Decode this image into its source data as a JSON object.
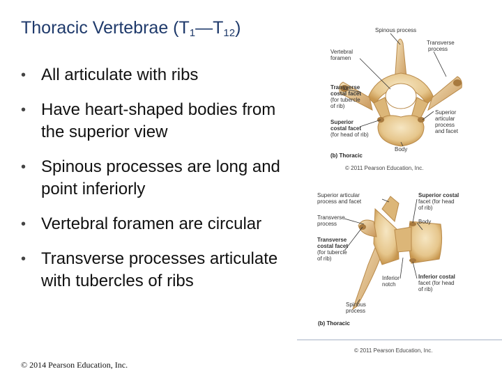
{
  "slide": {
    "title_main": "Thoracic Vertebrae (T",
    "title_sub1": "1",
    "title_dash": "—T",
    "title_sub2": "12",
    "title_close": ")",
    "bullets": [
      "All articulate with ribs",
      "Have heart-shaped bodies from the superior view",
      "Spinous processes are long and point inferiorly",
      "Vertebral foramen are circular",
      "Transverse processes articulate with tubercles of ribs"
    ],
    "footer_copyright": "© 2014 Pearson Education, Inc."
  },
  "figure_top": {
    "labels": {
      "spinous": "Spinous process",
      "transverse_1": "Transverse",
      "transverse_2": "process",
      "foramen_1": "Vertebral",
      "foramen_2": "foramen",
      "tcf_1": "Transverse",
      "tcf_2": "costal facet",
      "tcf_3": "(for tubercle",
      "tcf_4": "of rib)",
      "scf_1": "Superior",
      "scf_2": "costal facet",
      "scf_3": "(for head of rib)",
      "sap_1": "Superior",
      "sap_2": "articular",
      "sap_3": "process",
      "sap_4": "and facet",
      "body": "Body",
      "caption": "(b) Thoracic",
      "copyright": "© 2011 Pearson Education, Inc."
    }
  },
  "figure_bottom": {
    "labels": {
      "sap_1": "Superior articular",
      "sap_2": "process and facet",
      "tp_1": "Transverse",
      "tp_2": "process",
      "tcf_1": "Transverse",
      "tcf_2": "costal facet",
      "tcf_3": "(for tubercle",
      "tcf_4": "of rib)",
      "scf_1": "Superior costal",
      "scf_2": "facet (for head",
      "scf_3": "of rib)",
      "body": "Body",
      "notch_1": "Inferior",
      "notch_2": "notch",
      "icf_1": "Inferior costal",
      "icf_2": "facet (for head",
      "icf_3": "of rib)",
      "spinous_1": "Spinous",
      "spinous_2": "process",
      "caption": "(b) Thoracic",
      "copyright": "© 2011 Pearson Education, Inc."
    }
  },
  "colors": {
    "title": "#1f3a6b",
    "bone_fill": "#e9cf9c",
    "bone_dark": "#c89a55"
  }
}
